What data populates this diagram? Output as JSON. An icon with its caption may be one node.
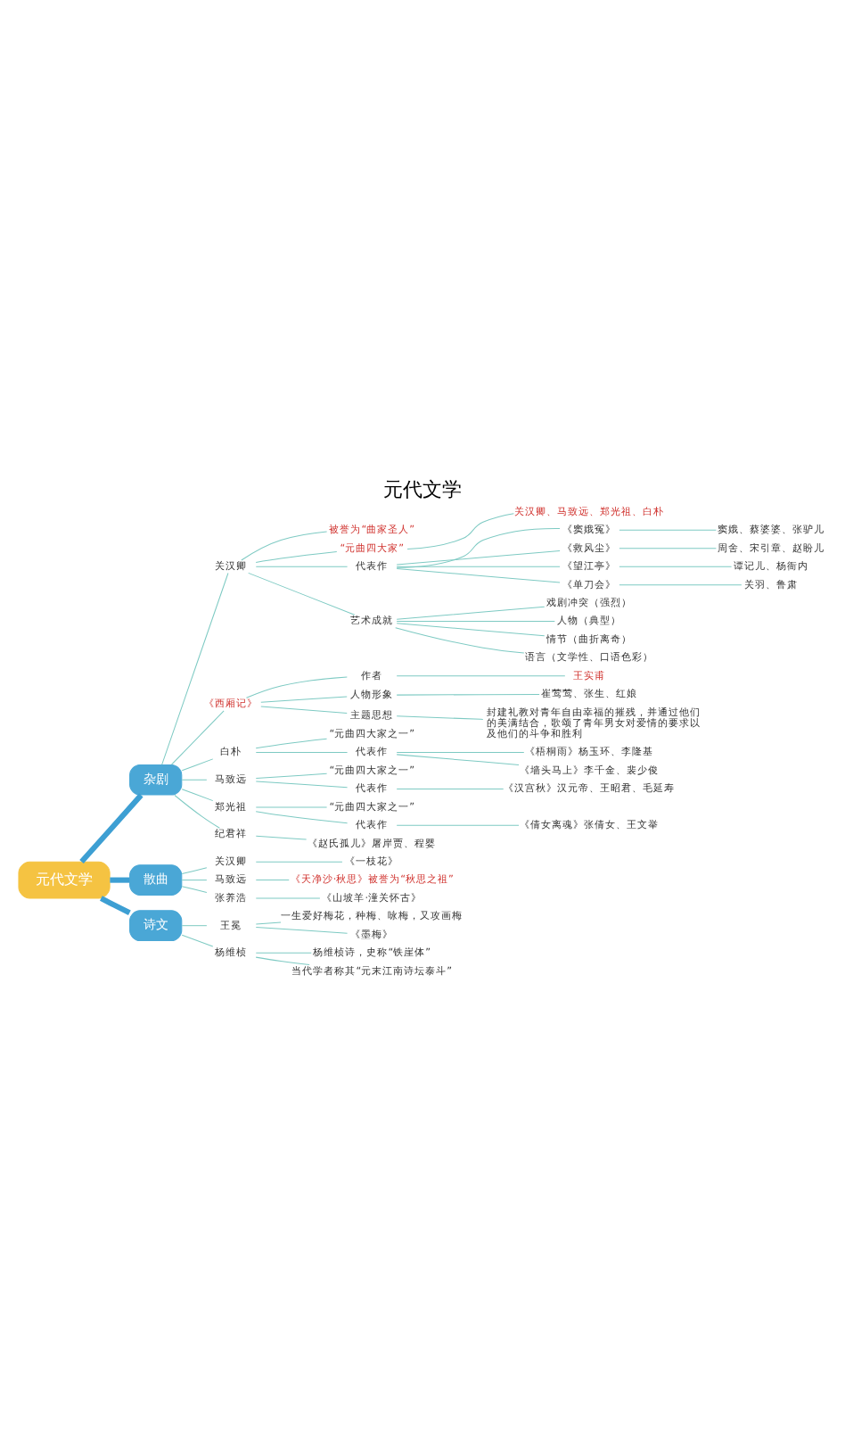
{
  "diagram": {
    "title": "元代文学",
    "nodes": [
      {
        "text": [
          "元代文学"
        ]
      },
      {
        "text": [
          "杂剧"
        ]
      },
      {
        "text": [
          "关汉卿"
        ]
      },
      {
        "text": [
          "被誉为“曲家圣人”"
        ]
      },
      {
        "text": [
          "“元曲四大家”"
        ]
      },
      {
        "text": [
          "关汉卿、马致远、郑光祖、白朴"
        ]
      },
      {
        "text": [
          "代表作"
        ]
      },
      {
        "text": [
          "《窦娥冤》"
        ]
      },
      {
        "text": [
          "窦娥、蔡婆婆、张驴儿"
        ]
      },
      {
        "text": [
          "《救风尘》"
        ]
      },
      {
        "text": [
          "周舍、宋引章、赵盼儿"
        ]
      },
      {
        "text": [
          "《望江亭》"
        ]
      },
      {
        "text": [
          "谭记儿、杨衙内"
        ]
      },
      {
        "text": [
          "《单刀会》"
        ]
      },
      {
        "text": [
          "关羽、鲁肃"
        ]
      },
      {
        "text": [
          "艺术成就"
        ]
      },
      {
        "text": [
          "戏剧冲突（强烈）"
        ]
      },
      {
        "text": [
          "人物（典型）"
        ]
      },
      {
        "text": [
          "情节（曲折离奇）"
        ]
      },
      {
        "text": [
          "语言（文学性、口语色彩）"
        ]
      },
      {
        "text": [
          "《西厢记》"
        ]
      },
      {
        "text": [
          "作者"
        ]
      },
      {
        "text": [
          "王实甫"
        ]
      },
      {
        "text": [
          "人物形象"
        ]
      },
      {
        "text": [
          "崔莺莺、张生、红娘"
        ]
      },
      {
        "text": [
          "主题思想"
        ]
      },
      {
        "text": [
          "封建礼教对青年自由幸福的摧残，并通过他们的美满结合，歌颂了青年男女对爱情的要求以及他们的斗争和胜利"
        ]
      },
      {
        "text": [
          "白朴"
        ]
      },
      {
        "text": [
          "“元曲四大家之一”"
        ]
      },
      {
        "text": [
          "代表作"
        ]
      },
      {
        "text": [
          "《梧桐雨》杨玉环、李隆基"
        ]
      },
      {
        "text": [
          "《墙头马上》李千金、裴少俊"
        ]
      },
      {
        "text": [
          "马致远"
        ]
      },
      {
        "text": [
          "“元曲四大家之一”"
        ]
      },
      {
        "text": [
          "代表作"
        ]
      },
      {
        "text": [
          "《汉宫秋》汉元帝、王昭君、毛延寿"
        ]
      },
      {
        "text": [
          "郑光祖"
        ]
      },
      {
        "text": [
          "“元曲四大家之一”"
        ]
      },
      {
        "text": [
          "代表作"
        ]
      },
      {
        "text": [
          "《倩女离魂》张倩女、王文举"
        ]
      },
      {
        "text": [
          "纪君祥"
        ]
      },
      {
        "text": [
          "《赵氏孤儿》屠岸贾、程婴"
        ]
      },
      {
        "text": [
          "散曲"
        ]
      },
      {
        "text": [
          "关汉卿"
        ]
      },
      {
        "text": [
          "《一枝花》"
        ]
      },
      {
        "text": [
          "马致远"
        ]
      },
      {
        "text": [
          "《天净沙·秋思》被誉为“秋思之祖”"
        ]
      },
      {
        "text": [
          "张养浩"
        ]
      },
      {
        "text": [
          "《山坡羊·潼关怀古》"
        ]
      },
      {
        "text": [
          "诗文"
        ]
      },
      {
        "text": [
          "王冕"
        ]
      },
      {
        "text": [
          "一生爱好梅花，种梅、咏梅，又攻画梅"
        ]
      },
      {
        "text": [
          "《墨梅》"
        ]
      },
      {
        "text": [
          "杨维桢"
        ]
      },
      {
        "text": [
          "杨维桢诗，史称“铁崖体”"
        ]
      },
      {
        "text": [
          "当代学者称其“元末江南诗坛泰斗”"
        ]
      }
    ],
    "edges": [
      {
        "from": 0,
        "to": 1,
        "arrow": "none",
        "style": "thick",
        "color": "#3d9fd3"
      },
      {
        "from": 1,
        "to": 2,
        "arrow": "none"
      },
      {
        "from": 2,
        "to": 3,
        "arrow": "none"
      },
      {
        "from": 2,
        "to": 4,
        "arrow": "none"
      },
      {
        "from": 4,
        "to": 5,
        "arrow": "none"
      },
      {
        "from": 2,
        "to": 6,
        "arrow": "none"
      },
      {
        "from": 6,
        "to": 7,
        "arrow": "none"
      },
      {
        "from": 7,
        "to": 8,
        "arrow": "none"
      },
      {
        "from": 6,
        "to": 9,
        "arrow": "none"
      },
      {
        "from": 9,
        "to": 10,
        "arrow": "none"
      },
      {
        "from": 6,
        "to": 11,
        "arrow": "none"
      },
      {
        "from": 11,
        "to": 12,
        "arrow": "none"
      },
      {
        "from": 6,
        "to": 13,
        "arrow": "none"
      },
      {
        "from": 13,
        "to": 14,
        "arrow": "none"
      },
      {
        "from": 2,
        "to": 15,
        "arrow": "none"
      },
      {
        "from": 15,
        "to": 16,
        "arrow": "none"
      },
      {
        "from": 15,
        "to": 17,
        "arrow": "none"
      },
      {
        "from": 15,
        "to": 18,
        "arrow": "none"
      },
      {
        "from": 15,
        "to": 19,
        "arrow": "none"
      },
      {
        "from": 1,
        "to": 20,
        "arrow": "none"
      },
      {
        "from": 20,
        "to": 21,
        "arrow": "none"
      },
      {
        "from": 21,
        "to": 22,
        "arrow": "none"
      },
      {
        "from": 20,
        "to": 23,
        "arrow": "none"
      },
      {
        "from": 23,
        "to": 24,
        "arrow": "none"
      },
      {
        "from": 20,
        "to": 25,
        "arrow": "none"
      },
      {
        "from": 25,
        "to": 26,
        "arrow": "none"
      },
      {
        "from": 1,
        "to": 27,
        "arrow": "none"
      },
      {
        "from": 27,
        "to": 28,
        "arrow": "none"
      },
      {
        "from": 27,
        "to": 29,
        "arrow": "none"
      },
      {
        "from": 29,
        "to": 30,
        "arrow": "none"
      },
      {
        "from": 29,
        "to": 31,
        "arrow": "none"
      },
      {
        "from": 1,
        "to": 32,
        "arrow": "none"
      },
      {
        "from": 32,
        "to": 33,
        "arrow": "none"
      },
      {
        "from": 32,
        "to": 34,
        "arrow": "none"
      },
      {
        "from": 34,
        "to": 35,
        "arrow": "none"
      },
      {
        "from": 1,
        "to": 36,
        "arrow": "none"
      },
      {
        "from": 36,
        "to": 37,
        "arrow": "none"
      },
      {
        "from": 36,
        "to": 38,
        "arrow": "none"
      },
      {
        "from": 38,
        "to": 39,
        "arrow": "none"
      },
      {
        "from": 1,
        "to": 40,
        "arrow": "none"
      },
      {
        "from": 40,
        "to": 41,
        "arrow": "none"
      },
      {
        "from": 0,
        "to": 42,
        "arrow": "none",
        "style": "thick",
        "color": "#3d9fd3"
      },
      {
        "from": 42,
        "to": 43,
        "arrow": "none"
      },
      {
        "from": 43,
        "to": 44,
        "arrow": "none"
      },
      {
        "from": 42,
        "to": 45,
        "arrow": "none"
      },
      {
        "from": 45,
        "to": 46,
        "arrow": "none"
      },
      {
        "from": 42,
        "to": 47,
        "arrow": "none"
      },
      {
        "from": 47,
        "to": 48,
        "arrow": "none"
      },
      {
        "from": 0,
        "to": 49,
        "arrow": "none",
        "style": "thick",
        "color": "#3d9fd3"
      },
      {
        "from": 49,
        "to": 50,
        "arrow": "none"
      },
      {
        "from": 50,
        "to": 51,
        "arrow": "none"
      },
      {
        "from": 50,
        "to": 52,
        "arrow": "none"
      },
      {
        "from": 49,
        "to": 53,
        "arrow": "none"
      },
      {
        "from": 53,
        "to": 54,
        "arrow": "none"
      },
      {
        "from": 53,
        "to": 55,
        "arrow": "none"
      }
    ]
  }
}
